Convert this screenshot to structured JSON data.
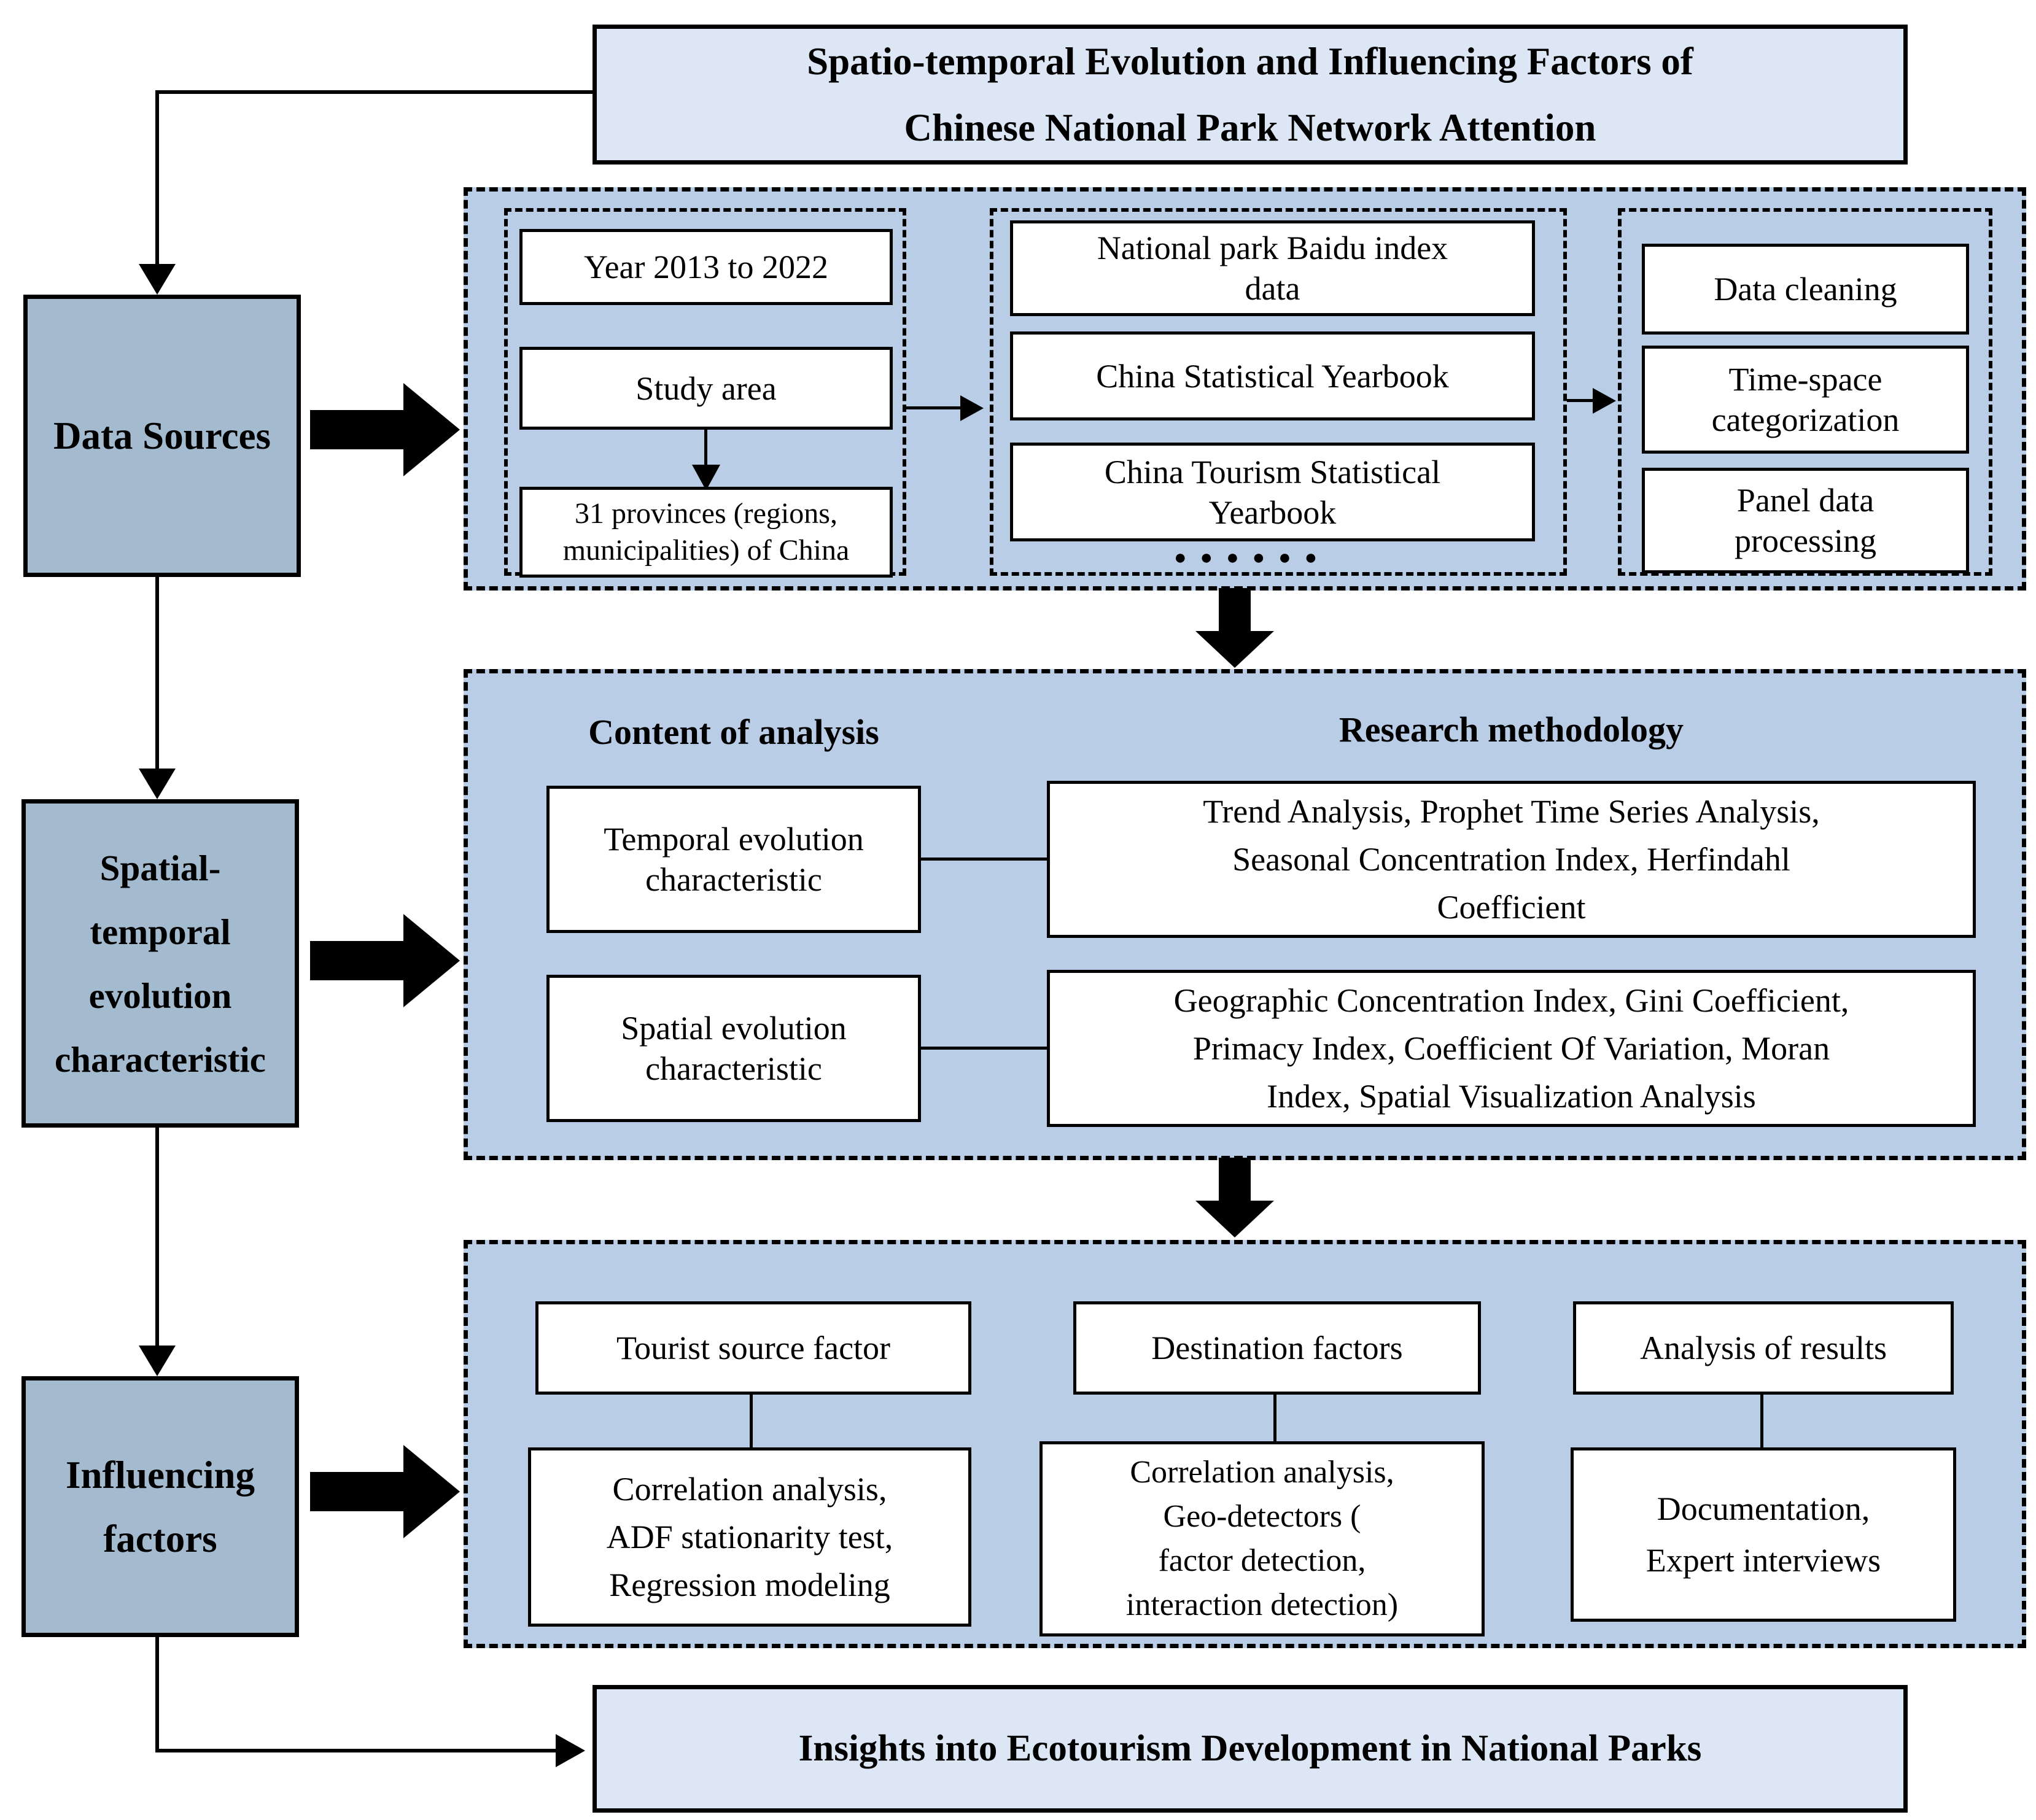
{
  "colors": {
    "panel_light_blue": "#dde6f5",
    "container_blue": "#b9cde6",
    "label_blue": "#a4bace",
    "line_black": "#000000",
    "box_white": "#ffffff"
  },
  "title": {
    "line1": "Spatio-temporal Evolution and Influencing Factors of",
    "line2": "Chinese National Park Network Attention"
  },
  "left_labels": {
    "data_sources": "Data Sources",
    "spatial_temporal": [
      "Spatial-",
      "temporal",
      "evolution",
      "characteristic"
    ],
    "influencing": [
      "Influencing",
      "factors"
    ]
  },
  "data_sources": {
    "scope": {
      "year": "Year 2013 to 2022",
      "study_area": "Study area",
      "provinces_line1": "31 provinces (regions,",
      "provinces_line2": "municipalities) of China"
    },
    "sources": {
      "baidu_line1": "National park Baidu index",
      "baidu_line2": "data",
      "yearbook1": "China Statistical Yearbook",
      "yearbook2_line1": "China Tourism Statistical",
      "yearbook2_line2": "Yearbook",
      "ellipsis": "●●●●●●"
    },
    "processing": {
      "cleaning": "Data cleaning",
      "timespace_line1": "Time-space",
      "timespace_line2": "categorization",
      "panel_line1": "Panel data",
      "panel_line2": "processing"
    }
  },
  "analysis": {
    "content_header": "Content of analysis",
    "method_header": "Research methodology",
    "rows": [
      {
        "content_line1": "Temporal evolution",
        "content_line2": "characteristic",
        "method_lines": [
          "Trend Analysis, Prophet Time Series Analysis,",
          "Seasonal Concentration Index, Herfindahl",
          "Coefficient"
        ]
      },
      {
        "content_line1": "Spatial evolution",
        "content_line2": "characteristic",
        "method_lines": [
          "Geographic Concentration Index, Gini Coefficient,",
          "Primacy Index, Coefficient Of Variation, Moran",
          "Index, Spatial Visualization Analysis"
        ]
      }
    ]
  },
  "factors": {
    "columns": [
      {
        "header": "Tourist source factor",
        "method_lines": [
          "Correlation analysis,",
          "ADF stationarity test,",
          "Regression modeling"
        ]
      },
      {
        "header": "Destination factors",
        "method_lines": [
          "Correlation analysis,",
          "Geo-detectors (",
          "factor detection,",
          "interaction detection)"
        ]
      },
      {
        "header": "Analysis of results",
        "method_lines": [
          "Documentation,",
          "Expert interviews"
        ]
      }
    ]
  },
  "footer": {
    "text": "Insights into Ecotourism Development in National Parks"
  }
}
